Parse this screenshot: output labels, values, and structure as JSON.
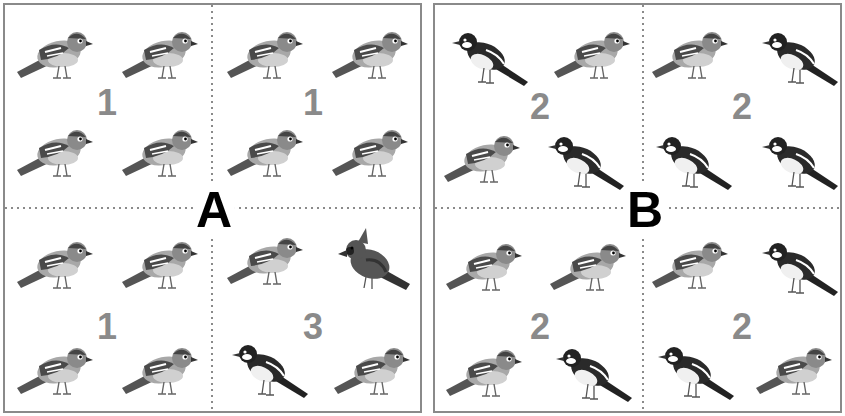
{
  "diagram": {
    "nodes": [
      {
        "text": [
          "A"
        ]
      },
      {
        "text": [
          "B"
        ]
      }
    ],
    "labels": [
      "1",
      "1",
      "1",
      "3",
      "2",
      "2",
      "2",
      "2"
    ]
  }
}
